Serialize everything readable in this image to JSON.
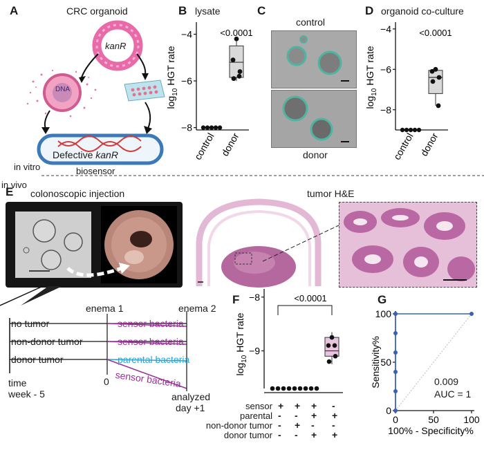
{
  "panels": {
    "A": {
      "label": "A",
      "title": "CRC organoid",
      "plasmid_gene": "kanR",
      "defective_prefix": "Defective",
      "defective_gene": "kanR",
      "biosensor": "biosensor",
      "in_vitro": "in vitro",
      "in_vivo": "in vivo",
      "dna_marker": "DNA"
    },
    "B": {
      "label": "B",
      "title": "lysate",
      "pvalue": "<0.0001"
    },
    "C": {
      "label": "C",
      "top_caption": "control",
      "bottom_caption": "donor"
    },
    "D": {
      "label": "D",
      "title": "organoid co-culture",
      "pvalue": "<0.0001"
    },
    "E": {
      "label": "E",
      "colonoscopic": "colonoscopic injection",
      "tumor_he": "tumor H&E",
      "enema1": "enema 1",
      "enema2": "enema 2",
      "rows": [
        {
          "group": "no tumor",
          "bacteria": "sensor bacteria",
          "color": "#9a2f9a"
        },
        {
          "group": "non-donor tumor",
          "bacteria": "sensor bacteria",
          "color": "#9a2f9a"
        },
        {
          "group": "donor tumor",
          "bacteria": "parental bacteria",
          "color": "#2aa6d6"
        }
      ],
      "extra_bacteria": "sensor bacteria",
      "time_label": "time",
      "week_label": "week - 5",
      "zero": "0",
      "analyzed": "analyzed",
      "day": "day +1"
    },
    "F": {
      "label": "F",
      "pvalue": "<0.0001",
      "row_labels": [
        "sensor",
        "parental",
        "non-donor tumor",
        "donor tumor"
      ],
      "signs": [
        [
          "+",
          "+",
          "+",
          "-"
        ],
        [
          "-",
          "-",
          "+",
          "+"
        ],
        [
          "-",
          "+",
          "-",
          "-"
        ],
        [
          "-",
          "-",
          "+",
          "+"
        ]
      ]
    },
    "G": {
      "label": "G",
      "value_text": "0.009",
      "auc_text": "AUC = 1"
    }
  },
  "chart_data": [
    {
      "type": "box",
      "panel": "B",
      "title": "lysate",
      "ylabel": "log10 HGT rate",
      "categories": [
        "control",
        "donor"
      ],
      "ylim": [
        -8.1,
        -3.6
      ],
      "yticks": [
        -4,
        -6,
        -8
      ],
      "points": {
        "control": [
          -8,
          -8,
          -8,
          -8,
          -8
        ],
        "donor": [
          -4.2,
          -5.1,
          -5.6,
          -5.9,
          -5.8
        ]
      },
      "box": {
        "donor": {
          "min": -6.0,
          "q1": -5.85,
          "median": -5.2,
          "q3": -4.5,
          "max": -4.2
        }
      },
      "pvalue": "<0.0001"
    },
    {
      "type": "box",
      "panel": "D",
      "title": "organoid co-culture",
      "ylabel": "log10 HGT rate",
      "categories": [
        "control",
        "donor"
      ],
      "ylim": [
        -9,
        -3.8
      ],
      "yticks": [
        -4,
        -6,
        -8
      ],
      "points": {
        "control": [
          -9,
          -9,
          -9,
          -9,
          -9
        ],
        "donor": [
          -6.0,
          -6.1,
          -6.4,
          -6.6,
          -7.8
        ]
      },
      "box": {
        "donor": {
          "min": -7.8,
          "q1": -7.2,
          "median": -6.4,
          "q3": -6.05,
          "max": -5.9
        }
      },
      "pvalue": "<0.0001"
    },
    {
      "type": "box",
      "panel": "F",
      "ylabel": "log10 HGT rate",
      "groups": 4,
      "ylim": [
        -9.7,
        -7.9
      ],
      "yticks": [
        -8,
        -9
      ],
      "points": [
        [
          -9.7,
          -9.7,
          -9.7
        ],
        [
          -9.7,
          -9.7,
          -9.7
        ],
        [
          -9.7,
          -9.7,
          -9.7
        ],
        [
          -8.75,
          -8.9,
          -9.1,
          -9.2,
          -8.9
        ]
      ],
      "box": {
        "min": -9.25,
        "q1": -9.1,
        "median": -9.0,
        "q3": -8.75,
        "max": -8.65
      },
      "pvalue": "<0.0001"
    },
    {
      "type": "line",
      "panel": "G",
      "xlabel": "100% - Specificity%",
      "ylabel": "Sensitivity%",
      "xlim": [
        0,
        100
      ],
      "ylim": [
        0,
        100
      ],
      "xticks": [
        0,
        50,
        100
      ],
      "yticks": [
        0,
        50,
        100
      ],
      "series": [
        {
          "x": [
            0,
            0,
            0,
            0,
            0,
            0,
            100
          ],
          "y": [
            0,
            20,
            40,
            60,
            80,
            100,
            100
          ],
          "color": "#3a5fb8"
        }
      ],
      "reference_line": true
    }
  ]
}
